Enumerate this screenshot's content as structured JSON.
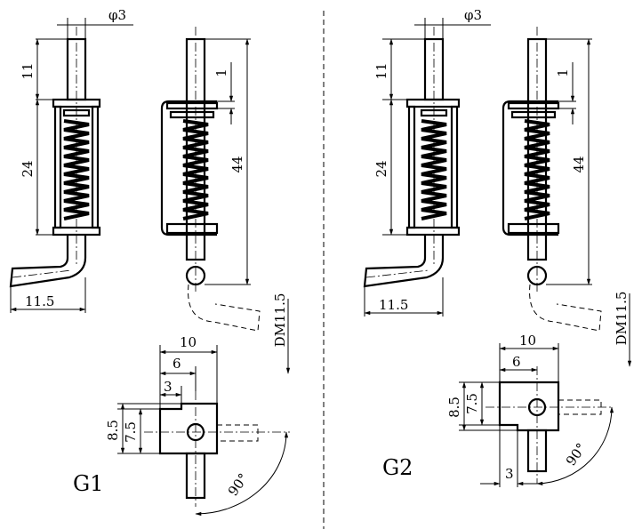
{
  "dims": {
    "dia": "φ3",
    "d11": "11",
    "d24": "24",
    "d11_5": "11.5",
    "d1": "1",
    "d44": "44",
    "dm": "DM11.5",
    "d10": "10",
    "d6": "6",
    "d3": "3",
    "d8_5": "8.5",
    "d7_5": "7.5",
    "d90": "90°"
  },
  "labels": {
    "g1": "G1",
    "g2": "G2"
  }
}
